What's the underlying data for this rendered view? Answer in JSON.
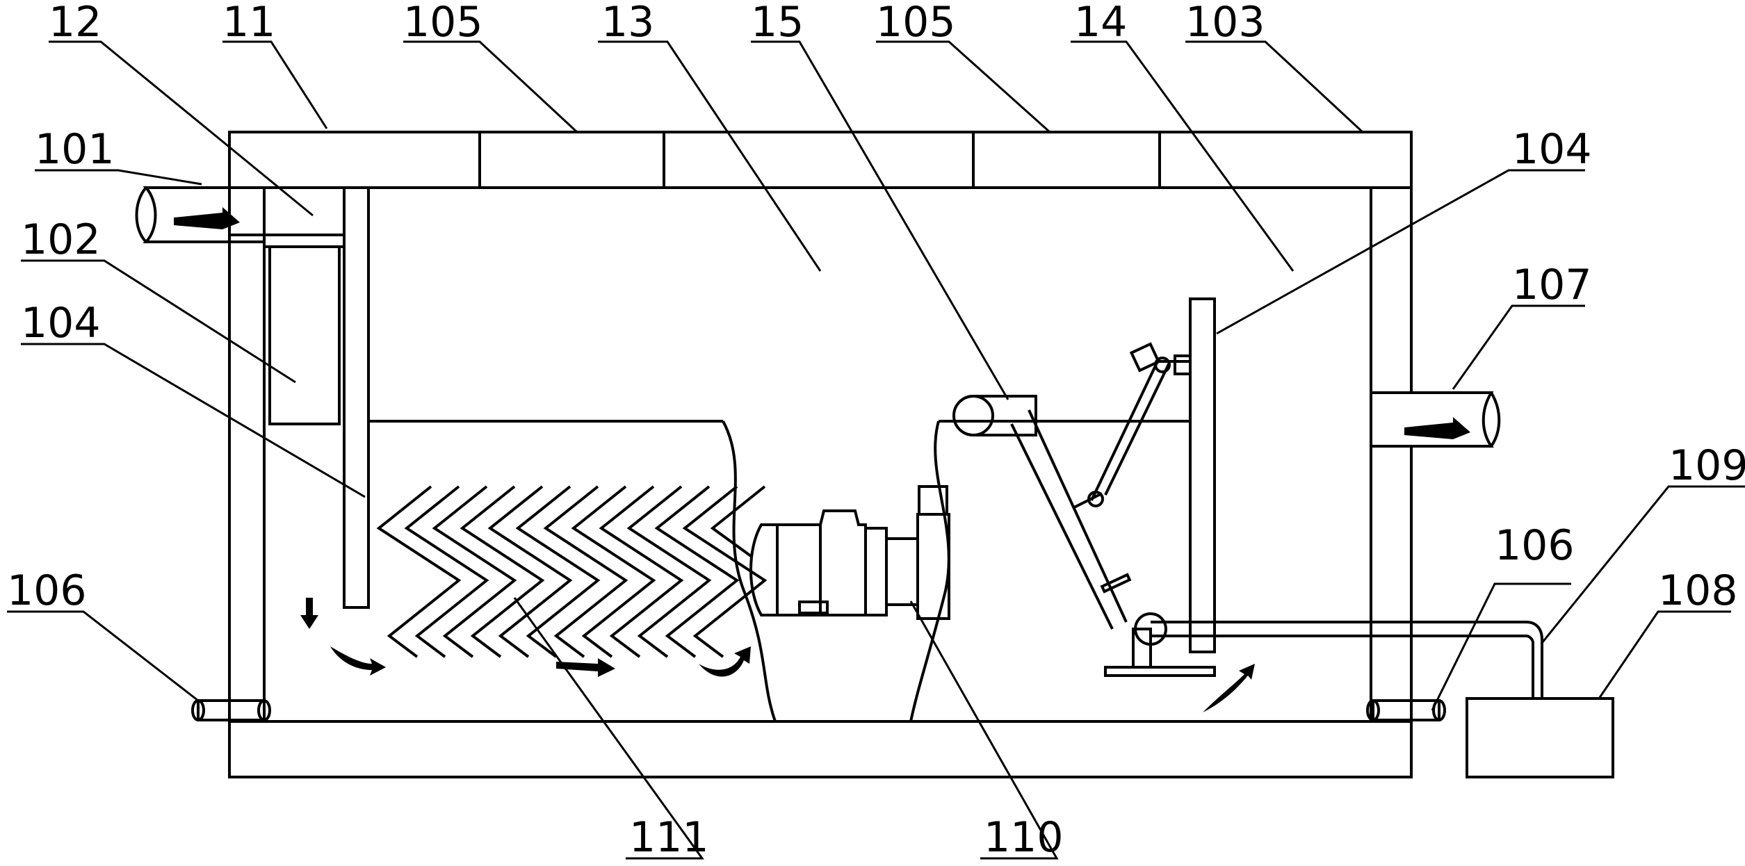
{
  "figure": {
    "background": "#ffffff",
    "ink": "#000000",
    "labels": [
      {
        "id": "ref-12",
        "text": "12"
      },
      {
        "id": "ref-11",
        "text": "11"
      },
      {
        "id": "ref-105-left",
        "text": "105"
      },
      {
        "id": "ref-13",
        "text": "13"
      },
      {
        "id": "ref-15",
        "text": "15"
      },
      {
        "id": "ref-105-right",
        "text": "105"
      },
      {
        "id": "ref-14",
        "text": "14"
      },
      {
        "id": "ref-103",
        "text": "103"
      },
      {
        "id": "ref-101",
        "text": "101"
      },
      {
        "id": "ref-104-right",
        "text": "104"
      },
      {
        "id": "ref-102",
        "text": "102"
      },
      {
        "id": "ref-107",
        "text": "107"
      },
      {
        "id": "ref-104-left",
        "text": "104"
      },
      {
        "id": "ref-109",
        "text": "109"
      },
      {
        "id": "ref-106-right",
        "text": "106"
      },
      {
        "id": "ref-106-left",
        "text": "106"
      },
      {
        "id": "ref-108",
        "text": "108"
      },
      {
        "id": "ref-111",
        "text": "111"
      },
      {
        "id": "ref-110",
        "text": "110"
      }
    ]
  }
}
